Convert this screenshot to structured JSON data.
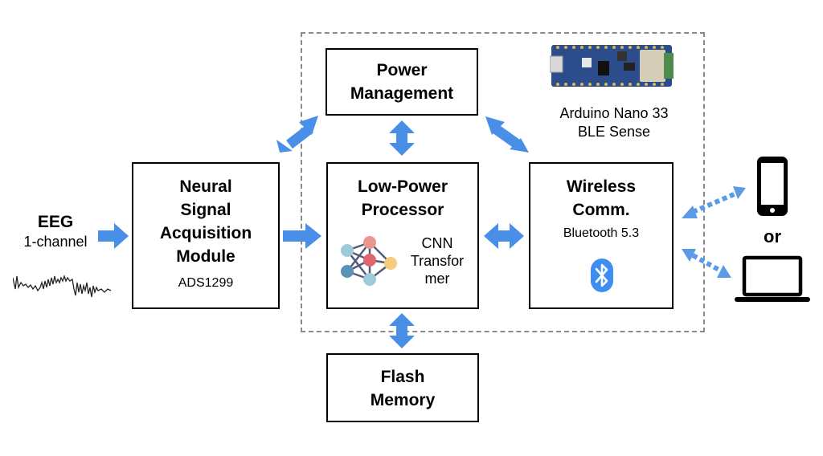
{
  "input": {
    "title": "EEG",
    "subtitle": "1-channel"
  },
  "blocks": {
    "acquisition": {
      "title_lines": [
        "Neural",
        "Signal",
        "Acquisition",
        "Module"
      ],
      "part": "ADS1299"
    },
    "power": {
      "title_lines": [
        "Power",
        "Management"
      ]
    },
    "processor": {
      "title_lines": [
        "Low-Power",
        "Processor"
      ],
      "models": [
        "CNN",
        "Transfor",
        "mer"
      ]
    },
    "wireless": {
      "title_lines": [
        "Wireless",
        "Comm."
      ],
      "protocol": "Bluetooth 5.3"
    },
    "flash": {
      "title_lines": [
        "Flash",
        "Memory"
      ]
    }
  },
  "board": {
    "label_lines": [
      "Arduino Nano 33",
      "BLE Sense"
    ]
  },
  "devices": {
    "separator": "or",
    "items": [
      "phone-icon",
      "laptop-icon"
    ]
  },
  "colors": {
    "arrow": "#4a8fe7",
    "dashed": "#8a8a8a",
    "bluetooth": "#3d8ef0"
  }
}
